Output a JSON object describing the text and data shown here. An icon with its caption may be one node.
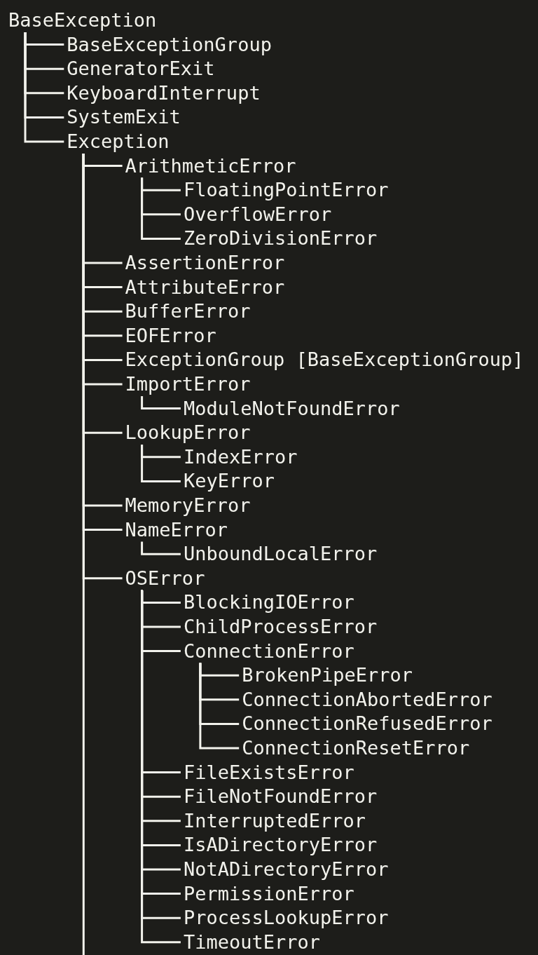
{
  "diagram": {
    "nodes": [
      {
        "text": [
          "BaseException"
        ]
      },
      {
        "text": [
          "BaseExceptionGroup"
        ]
      },
      {
        "text": [
          "GeneratorExit"
        ]
      },
      {
        "text": [
          "KeyboardInterrupt"
        ]
      },
      {
        "text": [
          "SystemExit"
        ]
      },
      {
        "text": [
          "Exception"
        ]
      },
      {
        "text": [
          "ArithmeticError"
        ]
      },
      {
        "text": [
          "FloatingPointError"
        ]
      },
      {
        "text": [
          "OverflowError"
        ]
      },
      {
        "text": [
          "ZeroDivisionError"
        ]
      },
      {
        "text": [
          "AssertionError"
        ]
      },
      {
        "text": [
          "AttributeError"
        ]
      },
      {
        "text": [
          "BufferError"
        ]
      },
      {
        "text": [
          "EOFError"
        ]
      },
      {
        "text": [
          "ExceptionGroup [BaseExceptionGroup]"
        ]
      },
      {
        "text": [
          "ImportError"
        ]
      },
      {
        "text": [
          "ModuleNotFoundError"
        ]
      },
      {
        "text": [
          "LookupError"
        ]
      },
      {
        "text": [
          "IndexError"
        ]
      },
      {
        "text": [
          "KeyError"
        ]
      },
      {
        "text": [
          "MemoryError"
        ]
      },
      {
        "text": [
          "NameError"
        ]
      },
      {
        "text": [
          "UnboundLocalError"
        ]
      },
      {
        "text": [
          "OSError"
        ]
      },
      {
        "text": [
          "BlockingIOError"
        ]
      },
      {
        "text": [
          "ChildProcessError"
        ]
      },
      {
        "text": [
          "ConnectionError"
        ]
      },
      {
        "text": [
          "BrokenPipeError"
        ]
      },
      {
        "text": [
          "ConnectionAbortedError"
        ]
      },
      {
        "text": [
          "ConnectionRefusedError"
        ]
      },
      {
        "text": [
          "ConnectionResetError"
        ]
      },
      {
        "text": [
          "FileExistsError"
        ]
      },
      {
        "text": [
          "FileNotFoundError"
        ]
      },
      {
        "text": [
          "InterruptedError"
        ]
      },
      {
        "text": [
          "IsADirectoryError"
        ]
      },
      {
        "text": [
          "NotADirectoryError"
        ]
      },
      {
        "text": [
          "PermissionError"
        ]
      },
      {
        "text": [
          "ProcessLookupError"
        ]
      },
      {
        "text": [
          "TimeoutError"
        ]
      }
    ],
    "edges": [
      {
        "from": 0,
        "to": 1,
        "arrow": "none"
      },
      {
        "from": 0,
        "to": 2,
        "arrow": "none"
      },
      {
        "from": 0,
        "to": 3,
        "arrow": "none"
      },
      {
        "from": 0,
        "to": 4,
        "arrow": "none"
      },
      {
        "from": 0,
        "to": 5,
        "arrow": "none"
      },
      {
        "from": 5,
        "to": 6,
        "arrow": "none"
      },
      {
        "from": 6,
        "to": 7,
        "arrow": "none"
      },
      {
        "from": 6,
        "to": 8,
        "arrow": "none"
      },
      {
        "from": 6,
        "to": 9,
        "arrow": "none"
      },
      {
        "from": 5,
        "to": 10,
        "arrow": "none"
      },
      {
        "from": 5,
        "to": 11,
        "arrow": "none"
      },
      {
        "from": 5,
        "to": 12,
        "arrow": "none"
      },
      {
        "from": 5,
        "to": 13,
        "arrow": "none"
      },
      {
        "from": 5,
        "to": 14,
        "arrow": "none"
      },
      {
        "from": 5,
        "to": 15,
        "arrow": "none"
      },
      {
        "from": 15,
        "to": 16,
        "arrow": "none"
      },
      {
        "from": 5,
        "to": 17,
        "arrow": "none"
      },
      {
        "from": 17,
        "to": 18,
        "arrow": "none"
      },
      {
        "from": 17,
        "to": 19,
        "arrow": "none"
      },
      {
        "from": 5,
        "to": 20,
        "arrow": "none"
      },
      {
        "from": 5,
        "to": 21,
        "arrow": "none"
      },
      {
        "from": 21,
        "to": 22,
        "arrow": "none"
      },
      {
        "from": 5,
        "to": 23,
        "arrow": "none"
      },
      {
        "from": 23,
        "to": 24,
        "arrow": "none"
      },
      {
        "from": 23,
        "to": 25,
        "arrow": "none"
      },
      {
        "from": 23,
        "to": 26,
        "arrow": "none"
      },
      {
        "from": 26,
        "to": 27,
        "arrow": "none"
      },
      {
        "from": 26,
        "to": 28,
        "arrow": "none"
      },
      {
        "from": 26,
        "to": 29,
        "arrow": "none"
      },
      {
        "from": 26,
        "to": 30,
        "arrow": "none"
      },
      {
        "from": 23,
        "to": 31,
        "arrow": "none"
      },
      {
        "from": 23,
        "to": 32,
        "arrow": "none"
      },
      {
        "from": 23,
        "to": 33,
        "arrow": "none"
      },
      {
        "from": 23,
        "to": 34,
        "arrow": "none"
      },
      {
        "from": 23,
        "to": 35,
        "arrow": "none"
      },
      {
        "from": 23,
        "to": 36,
        "arrow": "none"
      },
      {
        "from": 23,
        "to": 37,
        "arrow": "none"
      },
      {
        "from": 23,
        "to": 38,
        "arrow": "none"
      },
      {
        "from": 5,
        "to": null,
        "arrow": "none"
      }
    ]
  }
}
